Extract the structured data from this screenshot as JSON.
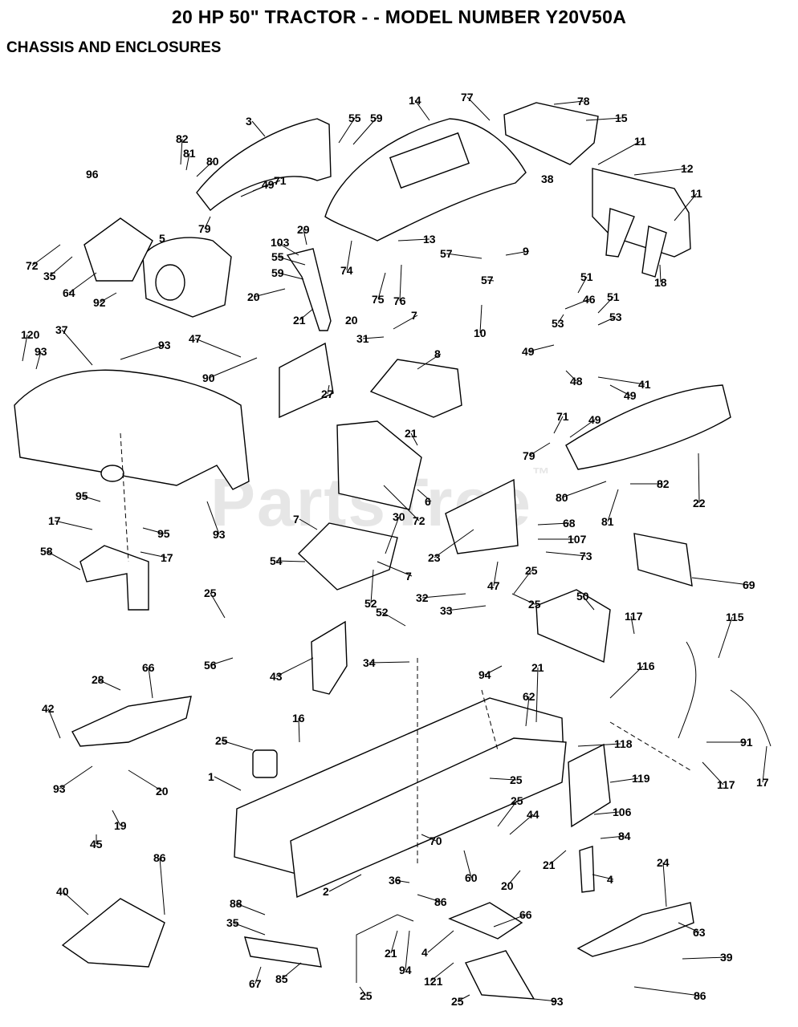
{
  "header": {
    "title": "20 HP 50\" TRACTOR - - MODEL NUMBER Y20V50A",
    "subtitle": "CHASSIS AND ENCLOSURES"
  },
  "watermark": {
    "text": "PartsTree",
    "tm": "™"
  },
  "callouts": [
    "3",
    "55",
    "59",
    "14",
    "77",
    "78",
    "15",
    "82",
    "81",
    "80",
    "49",
    "71",
    "11",
    "12",
    "96",
    "79",
    "38",
    "5",
    "72",
    "35",
    "64",
    "92",
    "29",
    "103",
    "55",
    "59",
    "20",
    "21",
    "20",
    "74",
    "13",
    "75",
    "76",
    "57",
    "9",
    "57",
    "10",
    "11",
    "18",
    "51",
    "46",
    "51",
    "53",
    "53",
    "49",
    "48",
    "49",
    "41",
    "7",
    "31",
    "8",
    "93",
    "37",
    "120",
    "93",
    "47",
    "90",
    "27",
    "21",
    "6",
    "72",
    "71",
    "49",
    "79",
    "80",
    "82",
    "81",
    "22",
    "95",
    "93",
    "17",
    "95",
    "17",
    "58",
    "7",
    "54",
    "30",
    "52",
    "7",
    "68",
    "107",
    "73",
    "23",
    "47",
    "69",
    "25",
    "32",
    "33",
    "25",
    "50",
    "117",
    "115",
    "25",
    "56",
    "43",
    "66",
    "28",
    "52",
    "34",
    "94",
    "116",
    "21",
    "42",
    "62",
    "16",
    "25",
    "118",
    "91",
    "1",
    "25",
    "119",
    "117",
    "17",
    "93",
    "20",
    "19",
    "45",
    "25",
    "44",
    "106",
    "70",
    "60",
    "20",
    "21",
    "84",
    "4",
    "86",
    "88",
    "35",
    "36",
    "86",
    "2",
    "40",
    "66",
    "24",
    "63",
    "21",
    "94",
    "4",
    "85",
    "67",
    "25",
    "121",
    "39",
    "25",
    "93",
    "86"
  ]
}
